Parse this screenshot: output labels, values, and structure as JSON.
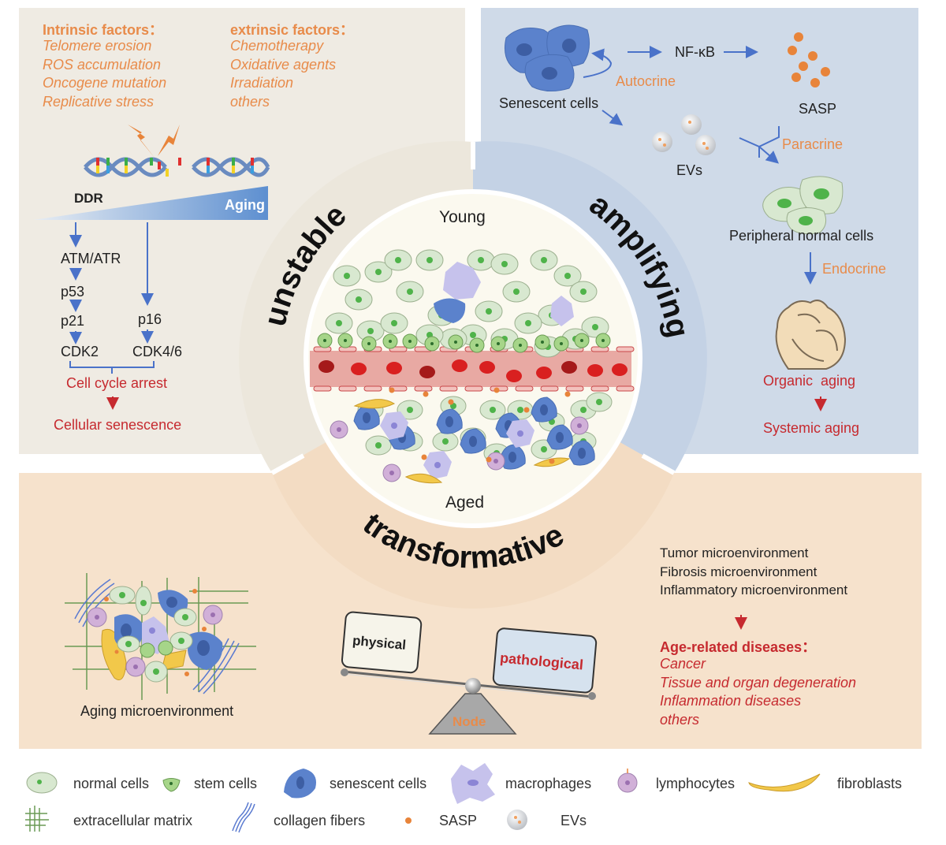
{
  "colors": {
    "unstable_bg": "#efebe3",
    "amplifying_bg": "#cfdae8",
    "transformative_bg": "#f6e2cc",
    "orange_text": "#e88b4a",
    "red_text": "#c62a2f",
    "arrow_blue": "#4a72c9"
  },
  "unstable": {
    "title": "unstable",
    "intrinsic_heading": "Intrinsic factors：",
    "intrinsic_items": [
      "Telomere erosion",
      "ROS accumulation",
      "Oncogene mutation",
      "Replicative stress"
    ],
    "extrinsic_heading": "extrinsic factors：",
    "extrinsic_items": [
      "Chemotherapy",
      "Oxidative agents",
      "Irradiation",
      "others"
    ],
    "ddr_label": "DDR",
    "aging_label": "Aging",
    "pathway": {
      "atm_atr": "ATM/ATR",
      "p53": "p53",
      "p21": "p21",
      "p16": "p16",
      "cdk2": "CDK2",
      "cdk46": "CDK4/6",
      "arrest": "Cell cycle arrest",
      "senescence": "Cellular senescence"
    }
  },
  "amplifying": {
    "title": "amplifying",
    "senescent_cells": "Senescent cells",
    "autocrine": "Autocrine",
    "nfkb": "NF-κB",
    "sasp": "SASP",
    "evs": "EVs",
    "paracrine": "Paracrine",
    "peripheral": "Peripheral normal cells",
    "endocrine": "Endocrine",
    "organic_aging": "Organic  aging",
    "systemic_aging": "Systemic aging"
  },
  "center": {
    "young": "Young",
    "aged": "Aged"
  },
  "transformative": {
    "title": "transformative",
    "aging_microenvironment": "Aging microenvironment",
    "seesaw": {
      "left": "physical",
      "right": "pathological",
      "fulcrum": "Node"
    },
    "microenvironments": [
      "Tumor microenvironment",
      "Fibrosis microenvironment",
      "Inflammatory microenvironment"
    ],
    "diseases_heading": "Age-related diseases：",
    "diseases": [
      "Cancer",
      "Tissue and organ degeneration",
      "Inflammation diseases",
      "others"
    ]
  },
  "legend": [
    {
      "icon": "normal-cell-icon",
      "label": "normal cells"
    },
    {
      "icon": "stem-cell-icon",
      "label": "stem cells"
    },
    {
      "icon": "senescent-cell-icon",
      "label": "senescent cells"
    },
    {
      "icon": "macrophage-icon",
      "label": "macrophages"
    },
    {
      "icon": "lymphocyte-icon",
      "label": "lymphocytes"
    },
    {
      "icon": "fibroblast-icon",
      "label": "fibroblasts"
    },
    {
      "icon": "extracellular-matrix-icon",
      "label": "extracellular matrix"
    },
    {
      "icon": "collagen-fibers-icon",
      "label": "collagen fibers"
    },
    {
      "icon": "sasp-icon",
      "label": "SASP"
    },
    {
      "icon": "ev-icon",
      "label": "EVs"
    }
  ]
}
